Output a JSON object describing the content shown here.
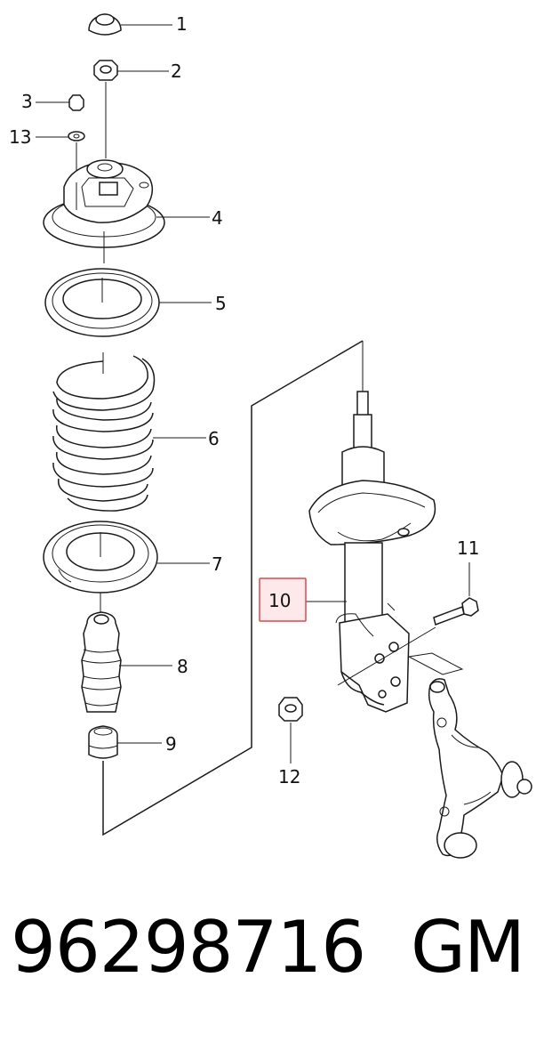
{
  "callouts": {
    "c1": "1",
    "c2": "2",
    "c3": "3",
    "c4": "4",
    "c5": "5",
    "c6": "6",
    "c7": "7",
    "c8": "8",
    "c9": "9",
    "c10": "10",
    "c11": "11",
    "c12": "12",
    "c13": "13"
  },
  "highlight": {
    "callout": "10",
    "color": "#e0454f",
    "fill": "#fde8ea"
  },
  "footer": {
    "part_number": "96298716",
    "brand": "GM"
  }
}
